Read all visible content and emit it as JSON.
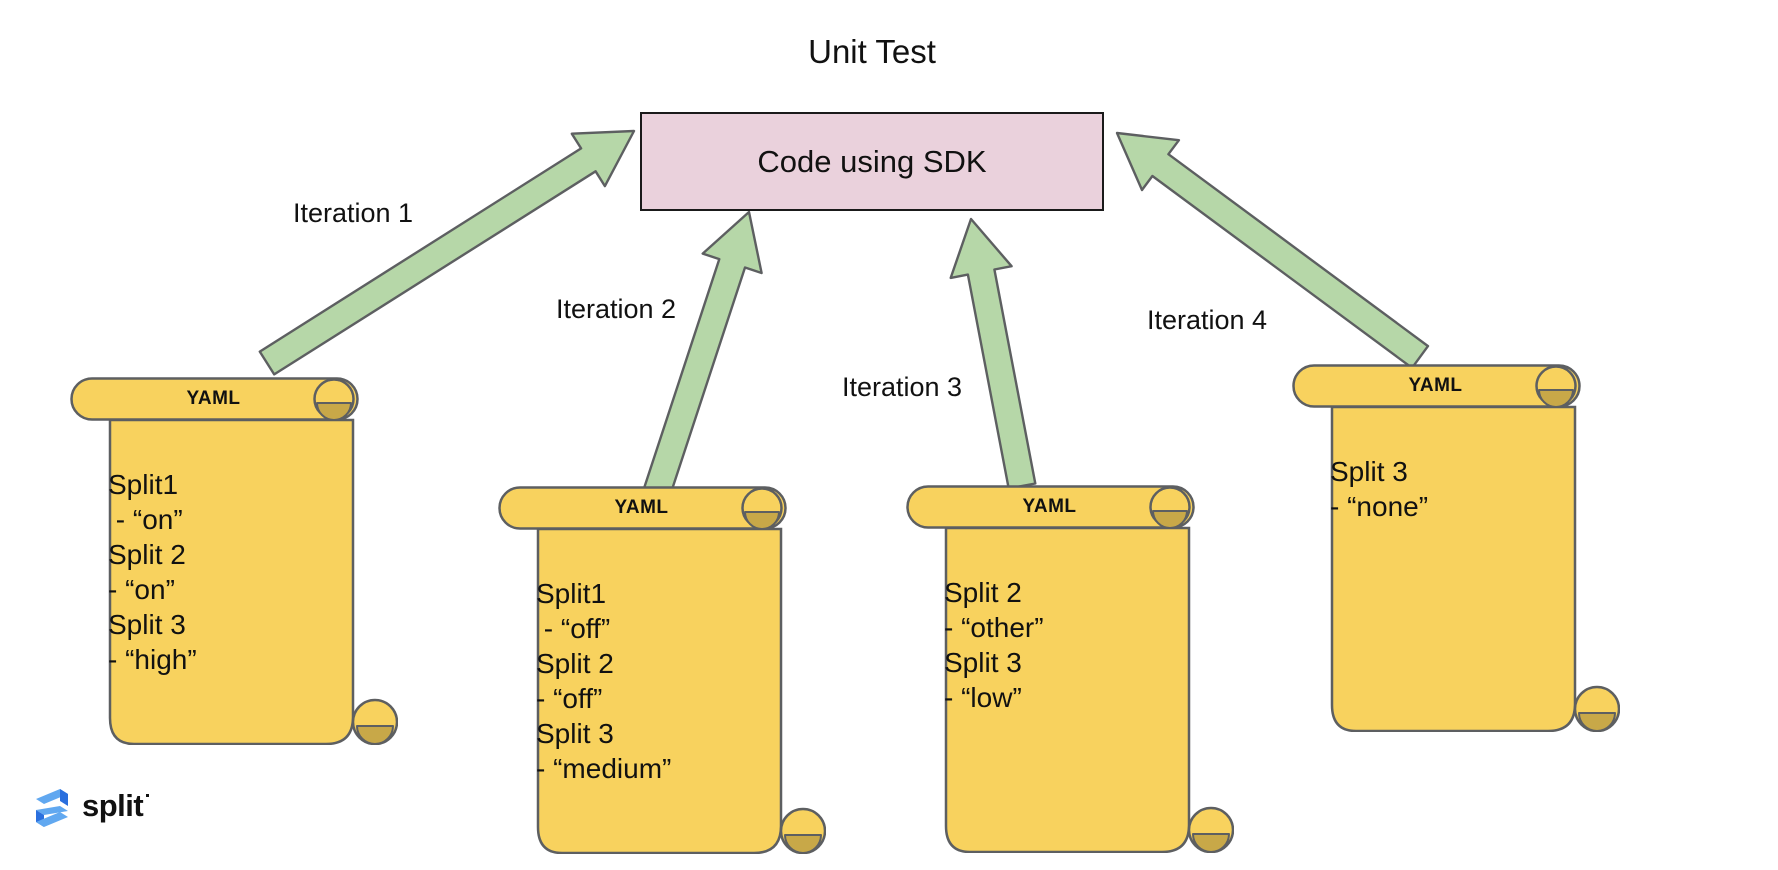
{
  "title": "Unit Test",
  "box": {
    "label": "Code using SDK"
  },
  "iterations": [
    {
      "label": "Iteration 1"
    },
    {
      "label": "Iteration 2"
    },
    {
      "label": "Iteration 3"
    },
    {
      "label": "Iteration 4"
    }
  ],
  "scrolls": [
    {
      "header": "YAML",
      "lines": [
        "Split1",
        " - “on”",
        "Split 2",
        "- “on”",
        "Split 3",
        "- “high”"
      ]
    },
    {
      "header": "YAML",
      "lines": [
        "Split1",
        " - “off”",
        "Split 2",
        "- “off”",
        "Split 3",
        "- “medium”"
      ]
    },
    {
      "header": "YAML",
      "lines": [
        "Split 2",
        "- “other”",
        "Split 3",
        "- “low”"
      ]
    },
    {
      "header": "YAML",
      "lines": [
        "Split 3",
        "- “none”"
      ]
    }
  ],
  "logo": {
    "text": "split"
  },
  "colors": {
    "outline": "#5d5f61",
    "scroll-fill": "#F8D25E",
    "scroll-curl": "#C8A848",
    "arrow-fill": "#B6D7A8",
    "box-fill": "#EAD1DC",
    "box-outline": "#1a1a1a",
    "logo-light": "#61A8F0",
    "logo-dark": "#2A6FDE"
  }
}
